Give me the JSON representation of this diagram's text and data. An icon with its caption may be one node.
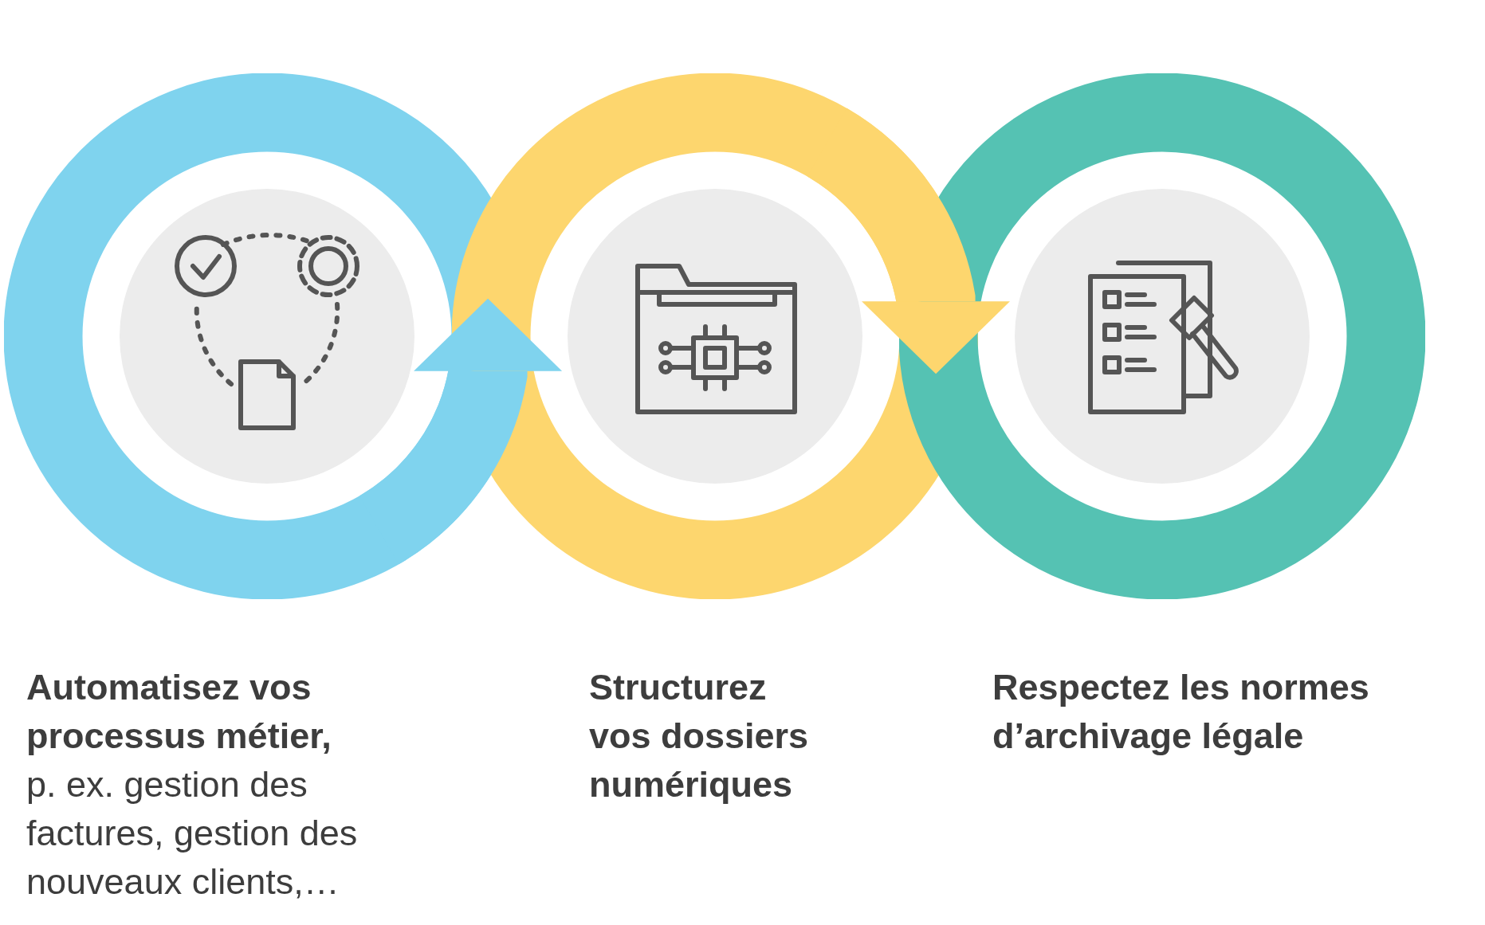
{
  "diagram": {
    "nodes": [
      {
        "text": [
          "Automatisez vos processus métier,"
        ]
      },
      {
        "text": [
          "Structurez vos dossiers numériques"
        ]
      },
      {
        "text": [
          "Respectez les normes d’archivage légale"
        ]
      }
    ],
    "edges": [
      {
        "from": 0,
        "to": 1,
        "arrow": "to",
        "color": "#7fd3ee"
      },
      {
        "from": 1,
        "to": 2,
        "arrow": "to",
        "color": "#fdd66e"
      }
    ],
    "labels": [
      "p. ex. gestion des factures, gestion des nouveaux clients,…"
    ]
  }
}
